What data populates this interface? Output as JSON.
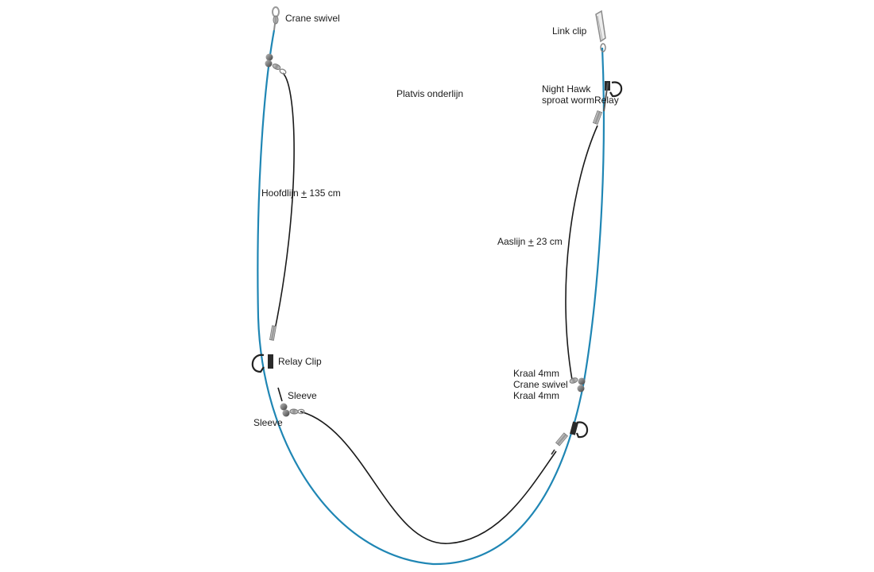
{
  "title": "Platvis onderlijn",
  "labels": {
    "crane_swivel_top": "Crane swivel",
    "link_clip": "Link clip",
    "night_hawk_line1": "Night Hawk",
    "night_hawk_line2": "sproat wormRelay",
    "hoofdlijn_prefix": "Hoofdlijn ",
    "hoofdlijn_pm": "+",
    "hoofdlijn_suffix": " 135 cm",
    "aaslijn_prefix": "Aaslijn ",
    "aaslijn_pm": "+",
    "aaslijn_suffix": " 23 cm",
    "relay_clip": "Relay Clip",
    "sleeve_upper": "Sleeve",
    "sleeve_lower": "Sleeve",
    "kraal_top": "Kraal 4mm",
    "crane_swivel_mid": "Crane swivel",
    "kraal_bottom": "Kraal 4mm"
  },
  "colors": {
    "main_line": "#1f86b4",
    "snood_line": "#1a1a1a",
    "metal": "#8a8a8a",
    "bead": "#555555"
  },
  "icons": [
    "crane-swivel-icon",
    "link-clip-icon",
    "hook-icon",
    "relay-clip-icon",
    "bead-icon",
    "sleeve-icon"
  ]
}
